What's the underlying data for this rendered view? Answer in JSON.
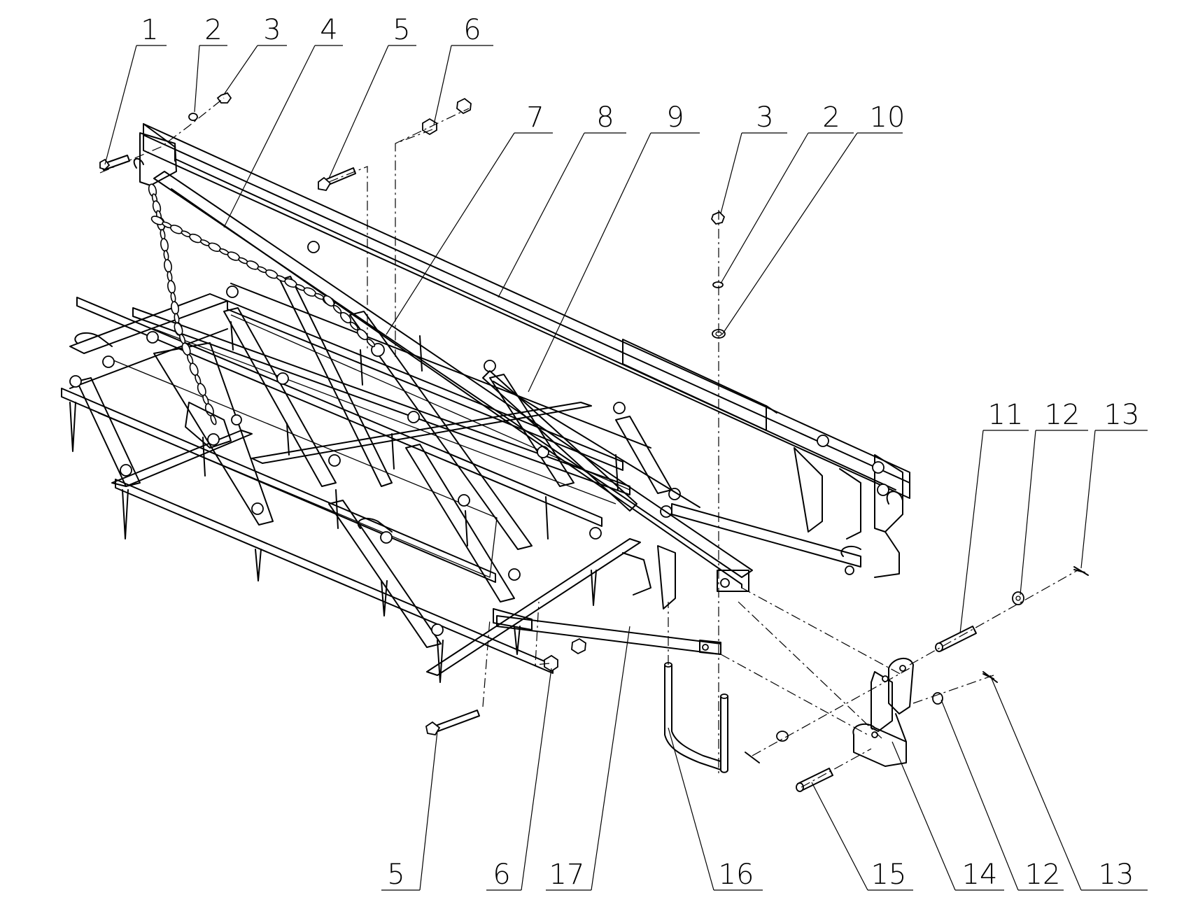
{
  "diagram": {
    "callouts_top": [
      "1",
      "2",
      "3",
      "4",
      "5",
      "6",
      "7",
      "8",
      "9",
      "3",
      "2",
      "10",
      "11",
      "12",
      "13"
    ],
    "callouts_bottom": [
      "5",
      "6",
      "17",
      "16",
      "15",
      "14",
      "12",
      "13"
    ]
  }
}
